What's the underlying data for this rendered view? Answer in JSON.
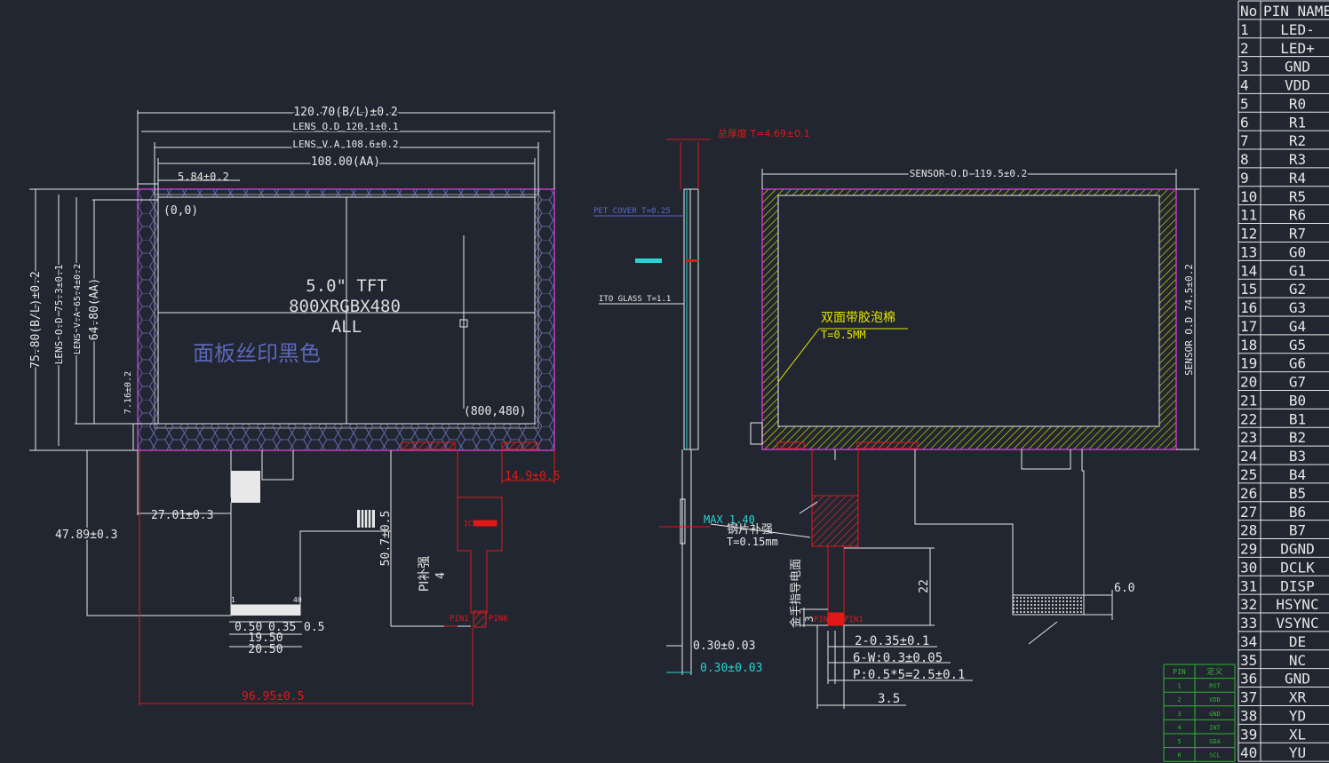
{
  "front_view": {
    "dim_bl_width": "120.70(B/L)±0.2",
    "dim_lens_od_width": "LENS O.D 120.1±0.1",
    "dim_lens_va_width": "LENS V.A 108.6±0.2",
    "dim_aa_width": "108.00(AA)",
    "dim_offset_left": "5.84±0.2",
    "dim_bl_height": "75.80(B/L)±0.2",
    "dim_lens_od_height": "LENS O.D  75.3±0.1",
    "dim_lens_va_height": "LENS V.A 65.4±0.2",
    "dim_aa_height": "64.80(AA)",
    "dim_offset_bottom": "7.16±0.2",
    "origin_label": "(0,0)",
    "end_label": "(800,480)",
    "panel_line1": "5.0\" TFT",
    "panel_line2": "800XRGBX480",
    "panel_line3": "ALL",
    "silkscreen_note": "面板丝印黑色",
    "dim_fpc_offset": "27.01±0.3",
    "dim_fpc_length": "47.89±0.3",
    "dim_fpc_pin_pitch": "0.50",
    "dim_fpc_pin_width": "0.35",
    "dim_fpc_tail": "0.5",
    "dim_fpc_span1": "19.50",
    "dim_fpc_span2": "20.50",
    "fpc_pin_first": "1",
    "fpc_pin_last": "40",
    "dim_tp_fpc_length": "50.7±0.5",
    "dim_tp_fpc_offset": "14.9±0.5",
    "dim_total_width": "96.95±0.5",
    "pi_stiffener": "PI补强",
    "pi_stiffener_value": "4",
    "tp_pin_first": "PIN1",
    "tp_pin_last": "PIN6",
    "ic_label": "IC"
  },
  "side_view": {
    "total_thickness": "总厚度 T=4.69±0.1",
    "pet_cover": "PET COVER T=0.25",
    "ito_glass": "ITO GLASS T=1.1",
    "max_thickness": "MAX 1.40",
    "dim_thickness_a": "0.30±0.03",
    "dim_thickness_b": "0.30±0.03"
  },
  "sensor_view": {
    "sensor_od_width": "SENSOR O.D 119.5±0.2",
    "sensor_od_height": "SENSOR O.D 74.5±0.2",
    "foam_note": "双面带胶泡棉",
    "foam_thickness": "T=0.5MM",
    "steel_stiffener": "钢片补强",
    "steel_thickness": "T=0.15mm",
    "gold_finger": "金手指导电面",
    "dim_gold_len": "3",
    "dim_fpc_len": "22",
    "dim_tail": "6.0",
    "pin_first": "PIN1",
    "pin_last": "PIN6",
    "dim_pins_width": "2-0.35±0.1",
    "dim_pins_w": "6-W:0.3±0.05",
    "dim_pins_pitch": "P:0.5*5=2.5±0.1",
    "dim_fpc_width": "3.5"
  },
  "tp_pin_table": {
    "headers": [
      "PIN",
      "定义"
    ],
    "rows": [
      [
        "1",
        "RST"
      ],
      [
        "2",
        "VDD"
      ],
      [
        "3",
        "GND"
      ],
      [
        "4",
        "INT"
      ],
      [
        "5",
        "SDA"
      ],
      [
        "6",
        "SCL"
      ]
    ]
  },
  "lcd_pin_table": {
    "headers": [
      "No",
      "PIN NAME"
    ],
    "rows": [
      [
        "1",
        "LED-"
      ],
      [
        "2",
        "LED+"
      ],
      [
        "3",
        "GND"
      ],
      [
        "4",
        "VDD"
      ],
      [
        "5",
        "R0"
      ],
      [
        "6",
        "R1"
      ],
      [
        "7",
        "R2"
      ],
      [
        "8",
        "R3"
      ],
      [
        "9",
        "R4"
      ],
      [
        "10",
        "R5"
      ],
      [
        "11",
        "R6"
      ],
      [
        "12",
        "R7"
      ],
      [
        "13",
        "G0"
      ],
      [
        "14",
        "G1"
      ],
      [
        "15",
        "G2"
      ],
      [
        "16",
        "G3"
      ],
      [
        "17",
        "G4"
      ],
      [
        "18",
        "G5"
      ],
      [
        "19",
        "G6"
      ],
      [
        "20",
        "G7"
      ],
      [
        "21",
        "B0"
      ],
      [
        "22",
        "B1"
      ],
      [
        "23",
        "B2"
      ],
      [
        "24",
        "B3"
      ],
      [
        "25",
        "B4"
      ],
      [
        "26",
        "B5"
      ],
      [
        "27",
        "B6"
      ],
      [
        "28",
        "B7"
      ],
      [
        "29",
        "DGND"
      ],
      [
        "30",
        "DCLK"
      ],
      [
        "31",
        "DISP"
      ],
      [
        "32",
        "HSYNC"
      ],
      [
        "33",
        "VSYNC"
      ],
      [
        "34",
        "DE"
      ],
      [
        "35",
        "NC"
      ],
      [
        "36",
        "GND"
      ],
      [
        "37",
        "XR"
      ],
      [
        "38",
        "YD"
      ],
      [
        "39",
        "XL"
      ],
      [
        "40",
        "YU"
      ]
    ]
  },
  "colors": {
    "background": "#212630",
    "line_white": "#e8e8e8",
    "line_magenta": "#c23cc2",
    "line_red": "#e01818",
    "line_yellow": "#e6e600",
    "line_cyan": "#2ad4d4",
    "line_blue": "#5a6ac8",
    "table_green": "#2fb52f"
  }
}
